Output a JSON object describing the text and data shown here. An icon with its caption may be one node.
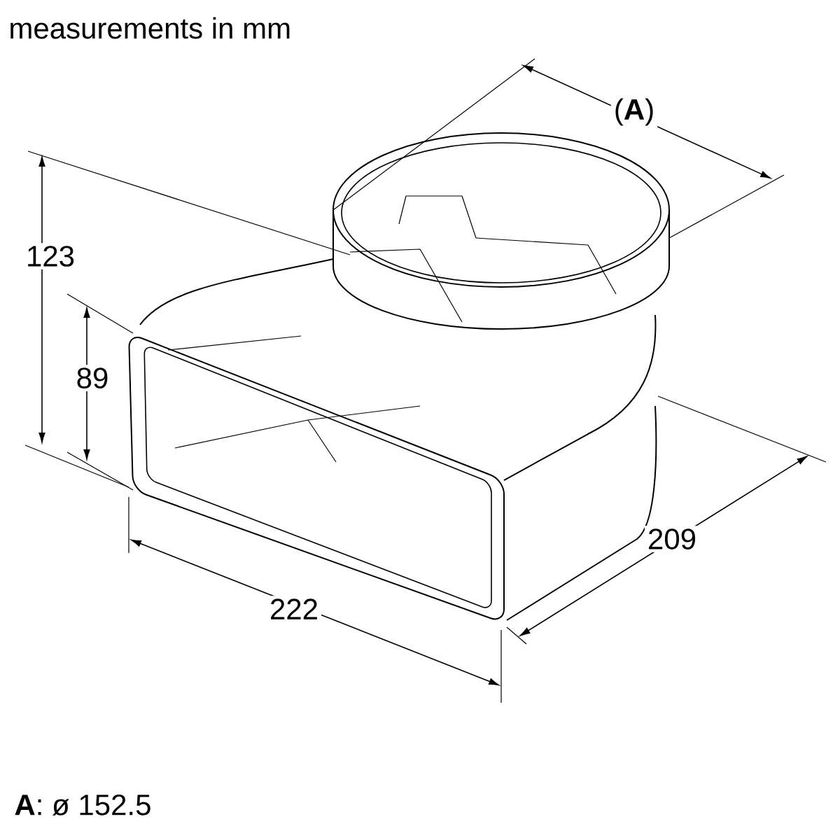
{
  "diagram": {
    "title": "measurements in mm",
    "labels": [
      "(**A**)",
      "123",
      "89",
      "209",
      "222",
      "**A**: ø 152.5"
    ]
  }
}
